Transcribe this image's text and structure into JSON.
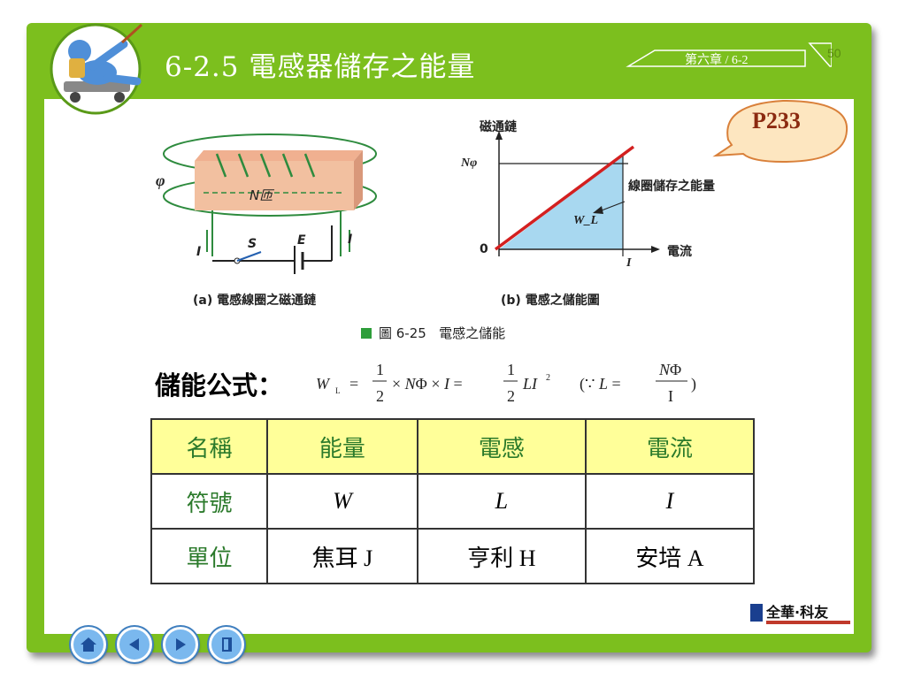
{
  "header": {
    "title": "6-2.5 電感器儲存之能量",
    "chapter": "第六章 / 6-2",
    "page_number": "50"
  },
  "callout": {
    "text": "P233"
  },
  "figure_a": {
    "phi_label": "φ",
    "turns_label": "N匝",
    "switch_label": "S",
    "battery_label": "E",
    "current_label": "I",
    "caption": "(a) 電感線圈之磁通鏈"
  },
  "figure_b": {
    "ylabel": "磁通鏈",
    "y_tick": "Nφ",
    "origin": "0",
    "x_tick": "I",
    "xlabel": "電流",
    "area_label": "W_L",
    "annotation": "線圈儲存之能量",
    "caption": "(b) 電感之儲能圖"
  },
  "figure_caption": {
    "number": "圖 6-25",
    "text": "電感之儲能"
  },
  "formula": {
    "label": "儲能公式："
  },
  "table": {
    "header": [
      "名稱",
      "能量",
      "電感",
      "電流"
    ],
    "rows": [
      [
        "符號",
        "W",
        "L",
        "I"
      ],
      [
        "單位",
        "焦耳 J",
        "亨利 H",
        "安培 A"
      ]
    ]
  },
  "logo": {
    "text": "全華·科友"
  },
  "nav": [
    "home-icon",
    "previous-icon",
    "next-icon",
    "exit-icon"
  ]
}
